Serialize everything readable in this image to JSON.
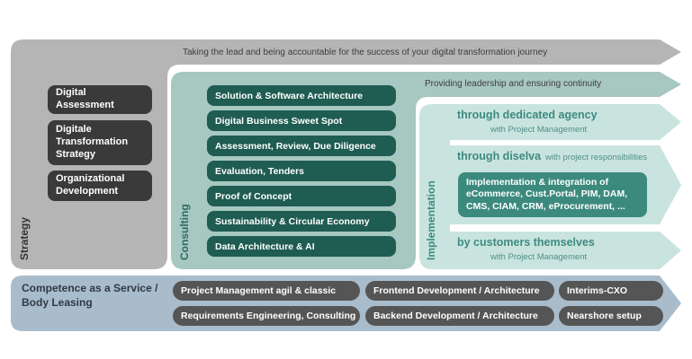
{
  "banner": {
    "top_text": "Taking the lead and being accountable for the success of your digital transformation journey",
    "consulting_text": "Providing leadership and ensuring continuity"
  },
  "strategy": {
    "label": "Strategy",
    "items": [
      "Digital Assessment",
      "Digitale Transformation Strategy",
      "Organizational Development"
    ]
  },
  "consulting": {
    "label": "Consulting",
    "items": [
      "Solution & Software Architecture",
      "Digital Business Sweet Spot",
      "Assessment, Review, Due Diligence",
      "Evaluation, Tenders",
      "Proof of Concept",
      "Sustainability & Circular Economy",
      "Data Architecture & AI"
    ]
  },
  "implementation": {
    "label": "Implementation",
    "agency_head": "through dedicated agency",
    "agency_sub": "with Project Management",
    "diselva_head": "through diselva",
    "diselva_sub": "with project responsibilities",
    "diselva_box": "Implementation & integration of eCommerce, Cust.Portal, PIM, DAM, CMS, CIAM, CRM, eProcurement, ...",
    "customers_head": "by customers themselves",
    "customers_sub": "with Project Management"
  },
  "caas": {
    "label": "Competence as a Service / Body Leasing",
    "items": [
      "Project Management agil & classic",
      "Frontend Development / Architecture",
      "Interims-CXO",
      "Requirements Engineering, Consulting",
      "Backend Development / Architecture",
      "Nearshore setup"
    ]
  },
  "colors": {
    "strategy_grey": "#b5b5b5",
    "consulting_green": "#a7c7c1",
    "implementation_light": "#c9e4df",
    "caas_blue": "#a9bccb",
    "dark_pill": "#3a3a3a",
    "green_pill": "#1f5c52",
    "impl_text": "#3e8a80"
  }
}
